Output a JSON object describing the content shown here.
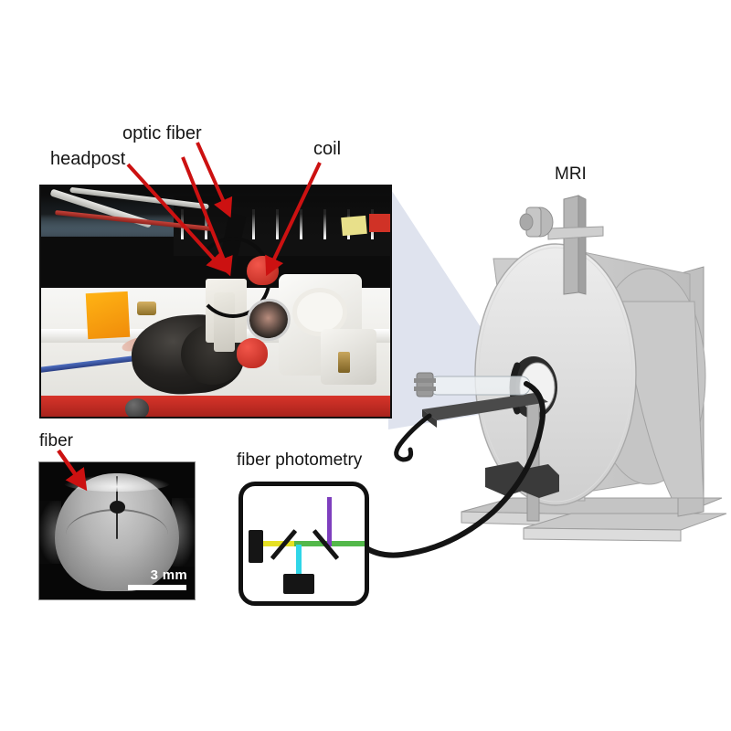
{
  "figure": {
    "type": "experimental-setup-schematic",
    "description": "Combined fiber photometry and MRI setup for head-fixed mouse imaging"
  },
  "labels": {
    "headpost": "headpost",
    "optic_fiber": "optic fiber",
    "coil": "coil",
    "mri": "MRI",
    "fiber": "fiber",
    "fiber_photometry": "fiber photometry"
  },
  "brain_inset": {
    "scale_bar_label": "3 mm",
    "modality": "coronal MRI slice",
    "annotation": "fiber"
  },
  "photo_panel": {
    "annotations": [
      "headpost",
      "optic fiber",
      "coil"
    ],
    "arrow_color": "#cc1111"
  },
  "fiber_photometry_diagram": {
    "components": [
      {
        "name": "excitation-led",
        "color": "#151515"
      },
      {
        "name": "photodetector",
        "color": "#151515"
      },
      {
        "name": "dichroic-mirror-1",
        "color": "#151515"
      },
      {
        "name": "dichroic-mirror-2",
        "color": "#151515"
      }
    ],
    "beams": [
      {
        "name": "excitation-yellow-beam",
        "color": "#e5e024"
      },
      {
        "name": "combined-green-beam",
        "color": "#53b84a"
      },
      {
        "name": "emission-cyan-beam",
        "color": "#2fd6e8"
      },
      {
        "name": "reference-violet-beam",
        "color": "#7e3fbe"
      }
    ]
  },
  "mri_scanner": {
    "label": "MRI",
    "parts": [
      "magnet-bore",
      "support-frame",
      "animal-cradle",
      "bore-plug",
      "top-mounted-sensor"
    ],
    "body_color": "#d4d4d4",
    "cone_color": "#dfe3ee"
  }
}
